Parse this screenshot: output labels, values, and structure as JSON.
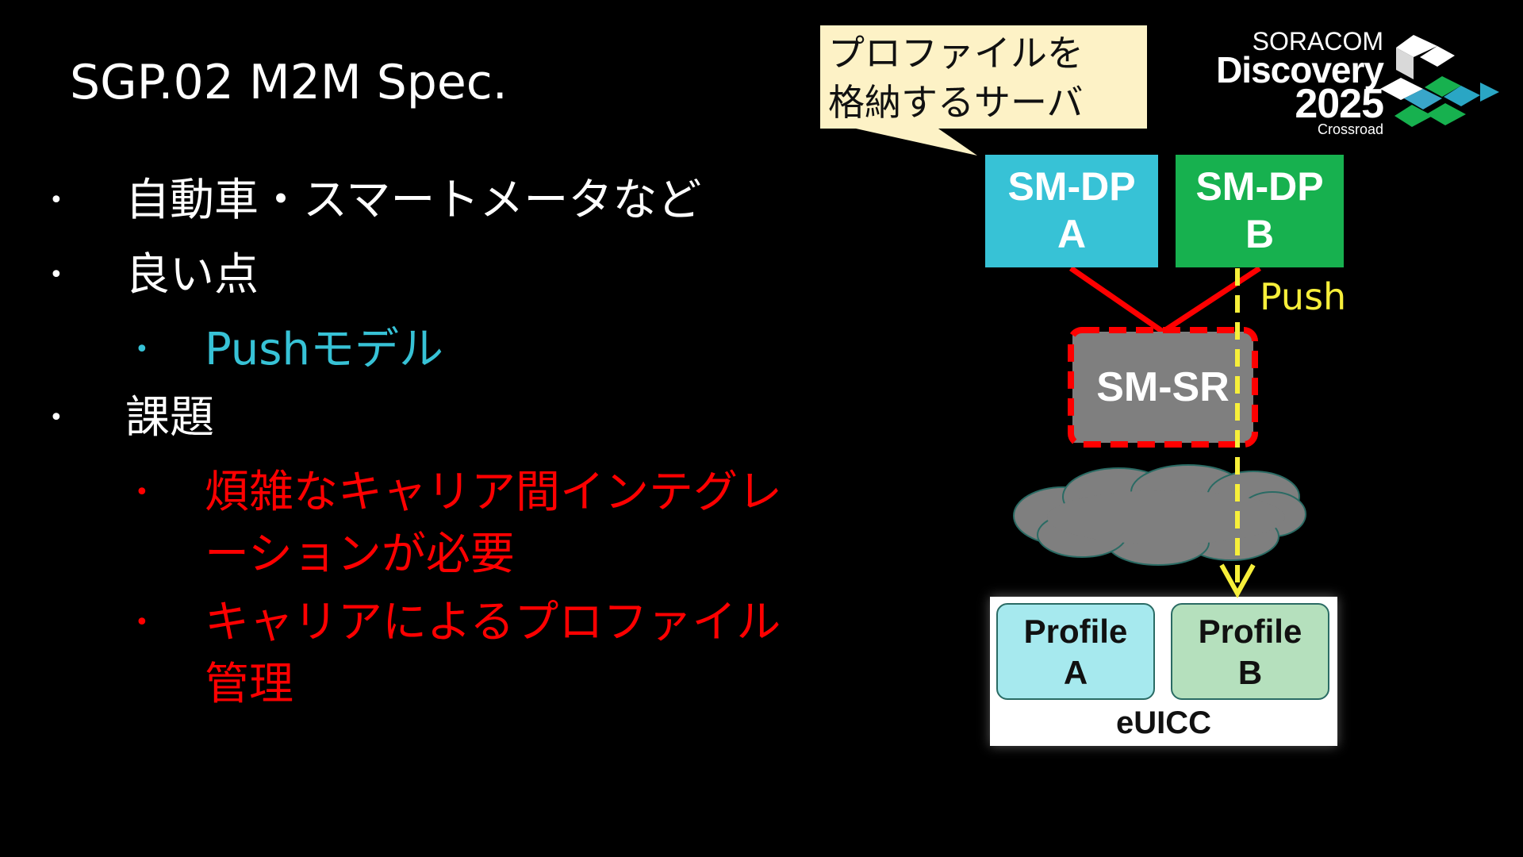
{
  "slide": {
    "title": "SGP.02 M2M Spec.",
    "bullets": [
      {
        "level": 1,
        "text": "自動車・スマートメータなど",
        "color": "#ffffff"
      },
      {
        "level": 1,
        "text": "良い点",
        "color": "#ffffff"
      },
      {
        "level": 2,
        "text": "Pushモデル",
        "color": "#37c2d6"
      },
      {
        "level": 1,
        "text": "課題",
        "color": "#ffffff"
      },
      {
        "level": 2,
        "text": "煩雑なキャリア間インテグレーションが必要",
        "color": "#ff0000"
      },
      {
        "level": 2,
        "text": "キャリアによるプロファイル管理",
        "color": "#ff0000"
      }
    ],
    "bullet_glyph": "•"
  },
  "diagram": {
    "callout": {
      "line1": "プロファイルを",
      "line2": "格納するサーバ",
      "color": "#fdf2c6"
    },
    "sm_dp_a": {
      "line1": "SM-DP",
      "line2": "A",
      "color": "#37c2d6"
    },
    "sm_dp_b": {
      "line1": "SM-DP",
      "line2": "B",
      "color": "#17b14f"
    },
    "sm_sr": {
      "label": "SM-SR",
      "color": "#7f7f7f",
      "border_color": "#ff0000"
    },
    "push_label": "Push",
    "push_color": "#f7ef3a",
    "link_color": "#ff0000",
    "cloud_color": "#7f7f7f",
    "euicc": {
      "label": "eUICC",
      "profile_a": {
        "line1": "Profile",
        "line2": "A",
        "color": "#a6e9ee"
      },
      "profile_b": {
        "line1": "Profile",
        "line2": "B",
        "color": "#b5e0bd"
      }
    }
  },
  "logo": {
    "line1": "SORACOM",
    "line2": "Discovery",
    "line3": "2025",
    "line4": "Crossroad",
    "icon": "crossroad-cube-logo-icon"
  }
}
